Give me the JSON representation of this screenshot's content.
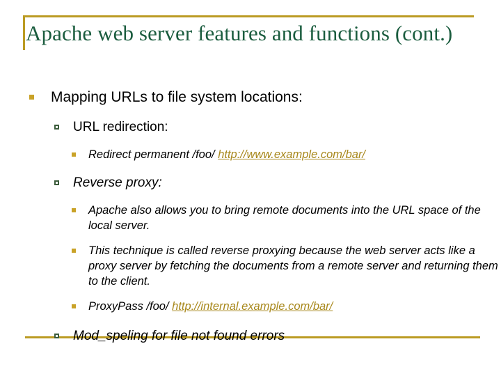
{
  "slide": {
    "title": "Apache web server features and functions (cont.)",
    "accent_color": "#bb9b23",
    "title_color": "#1a5c3e",
    "link_color": "#a8881c",
    "bullet_l1_color": "#c9a227",
    "bullet_l2_color": "#3c5c3c",
    "bullet_l3_color": "#c9a227",
    "background": "#ffffff"
  },
  "content": {
    "heading": "Mapping URLs to file system locations:",
    "sections": [
      {
        "label": "URL redirection:",
        "items": [
          {
            "text": "Redirect permanent /foo/ ",
            "link": "http://www.example.com/bar/"
          }
        ]
      },
      {
        "label": "Reverse proxy:",
        "items": [
          {
            "text": "Apache also allows you to bring remote documents into the URL space of the local server.",
            "link": ""
          },
          {
            "text": "This technique is called reverse proxying because the web server acts like a proxy server by fetching the documents from a remote server and returning them to the client.",
            "link": ""
          },
          {
            "text": "ProxyPass /foo/ ",
            "link": "http://internal.example.com/bar/"
          }
        ]
      },
      {
        "label": "Mod_speling for file not found errors",
        "items": []
      }
    ]
  }
}
